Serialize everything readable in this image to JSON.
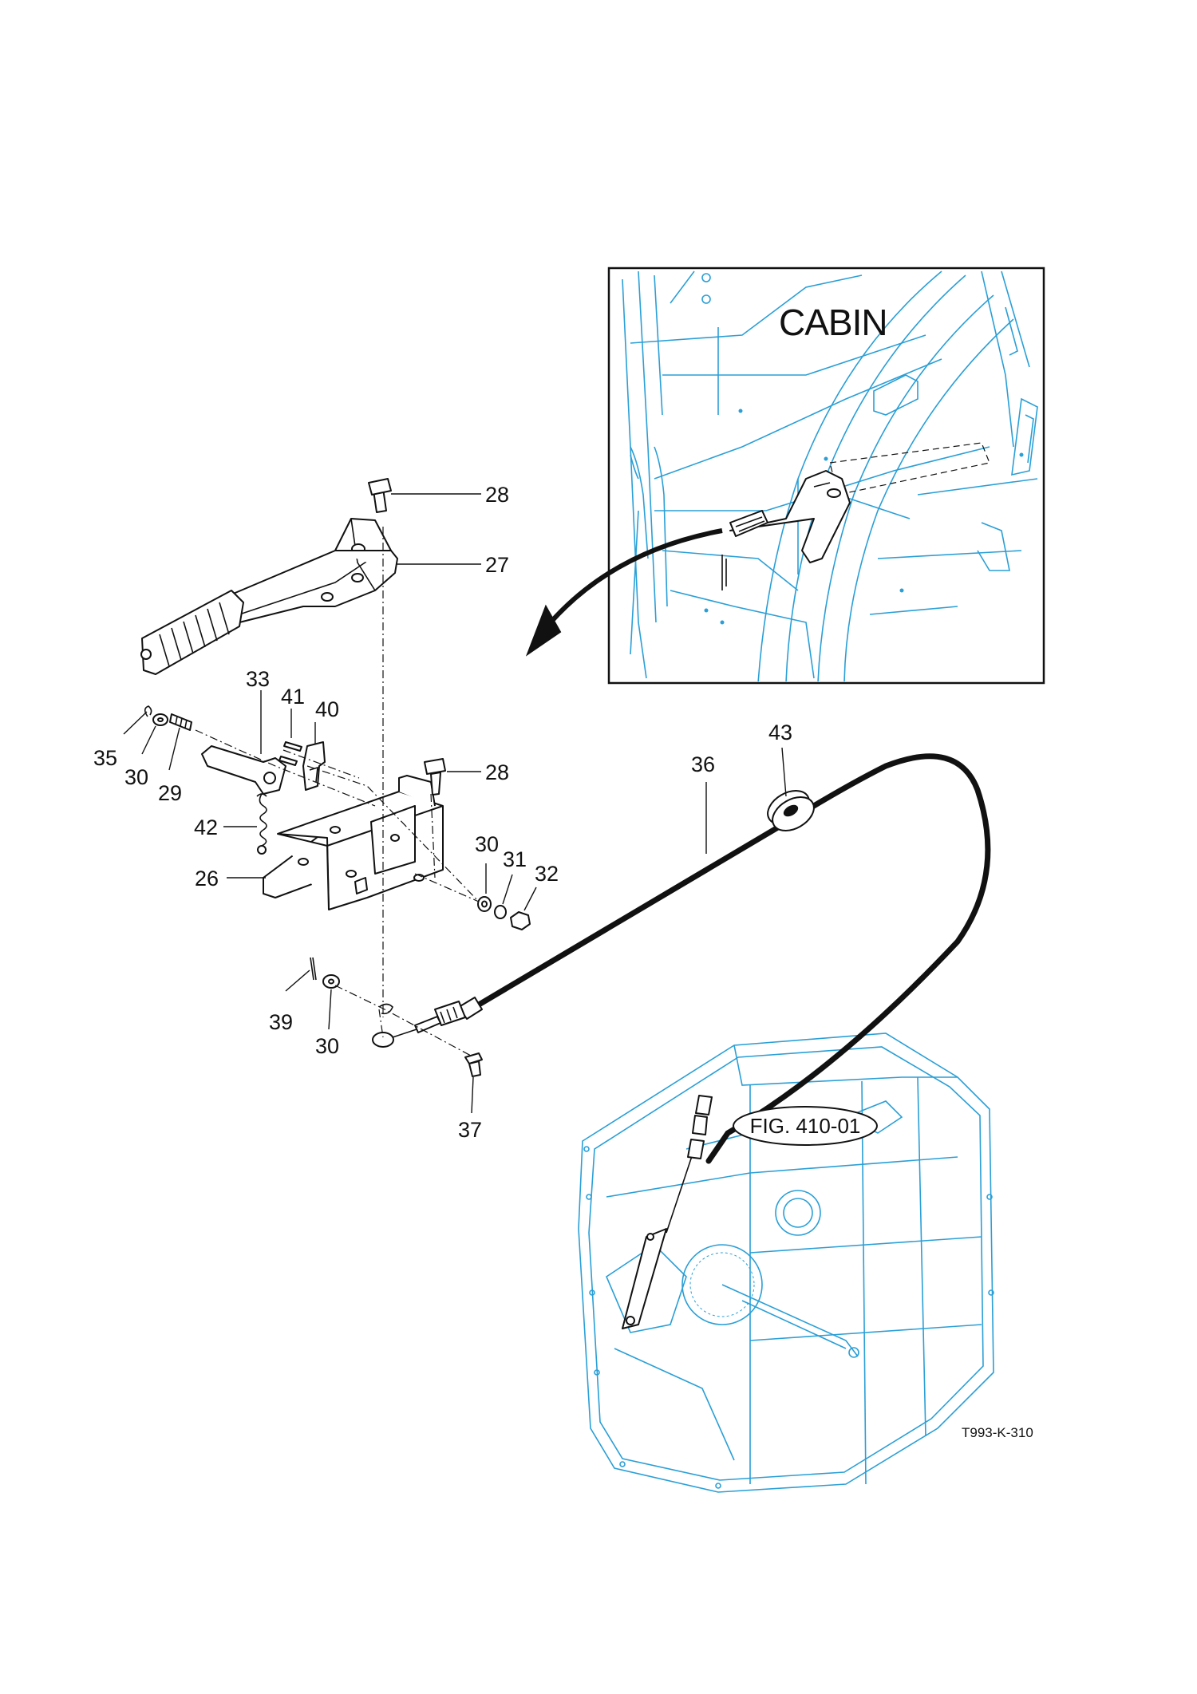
{
  "inset": {
    "title": "CABIN"
  },
  "reference": {
    "label": "FIG. 410-01"
  },
  "drawing_code": "T993-K-310",
  "callouts": [
    {
      "id": "c28a",
      "text": "28"
    },
    {
      "id": "c27",
      "text": "27"
    },
    {
      "id": "c33",
      "text": "33"
    },
    {
      "id": "c41",
      "text": "41"
    },
    {
      "id": "c40",
      "text": "40"
    },
    {
      "id": "c35",
      "text": "35"
    },
    {
      "id": "c30a",
      "text": "30"
    },
    {
      "id": "c29",
      "text": "29"
    },
    {
      "id": "c42",
      "text": "42"
    },
    {
      "id": "c28b",
      "text": "28"
    },
    {
      "id": "c26",
      "text": "26"
    },
    {
      "id": "c30b",
      "text": "30"
    },
    {
      "id": "c31",
      "text": "31"
    },
    {
      "id": "c32",
      "text": "32"
    },
    {
      "id": "c39",
      "text": "39"
    },
    {
      "id": "c30c",
      "text": "30"
    },
    {
      "id": "c37",
      "text": "37"
    },
    {
      "id": "c36",
      "text": "36"
    },
    {
      "id": "c43",
      "text": "43"
    }
  ],
  "colors": {
    "ink": "#111111",
    "accent_blue": "#2a9fd6",
    "background": "#ffffff"
  }
}
